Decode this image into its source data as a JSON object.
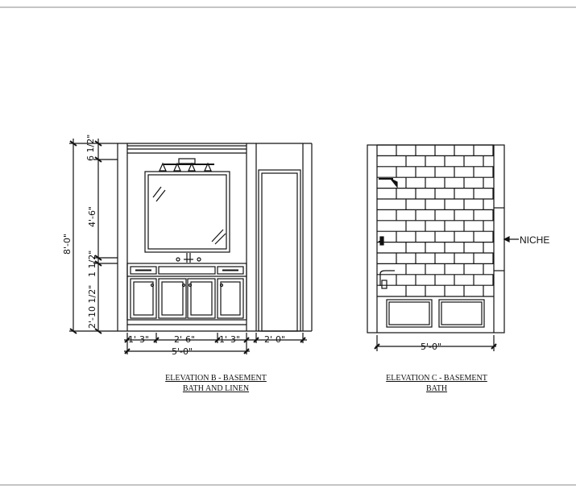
{
  "elevation_b": {
    "title_line1": "ELEVATION B - BASEMENT",
    "title_line2": "BATH AND LINEN",
    "dims": {
      "top": "6 1/2\"",
      "mirror": "4'-6\"",
      "gap": "1 1/2\"",
      "base": "2'-10 1/2\"",
      "total_height": "8'-0\"",
      "left_drawer": "1'-3\"",
      "sink": "2'-6\"",
      "right_drawer": "1'-3\"",
      "linen": "2'-0\"",
      "total_width": "5'-0\""
    }
  },
  "elevation_c": {
    "title_line1": "ELEVATION C - BASEMENT",
    "title_line2": "BATH",
    "niche_label": "NICHE",
    "width": "5'-0\""
  },
  "colors": {
    "line": "#111111",
    "frame": "#8a8a8a"
  }
}
